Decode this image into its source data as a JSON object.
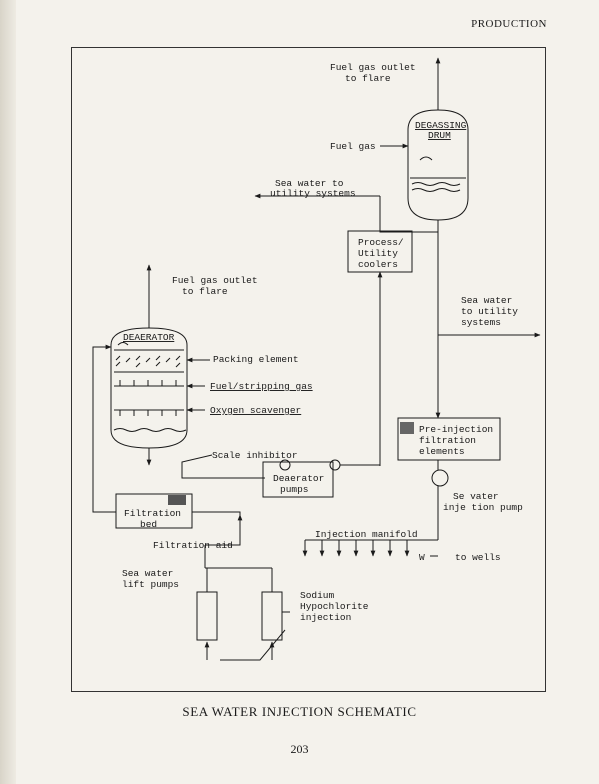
{
  "header": {
    "section": "PRODUCTION"
  },
  "caption": "SEA WATER INJECTION SCHEMATIC",
  "page_number": "203",
  "labels": {
    "fuel_gas_outlet_top_1": "Fuel gas outlet",
    "fuel_gas_outlet_top_2": "to flare",
    "degassing_drum_1": "DEGASSING",
    "degassing_drum_2": "DRUM",
    "fuel_gas": "Fuel gas",
    "sea_water_util_1_a": "Sea water to",
    "sea_water_util_1_b": "utility systems",
    "process_coolers_1": "Process/",
    "process_coolers_2": "Utility",
    "process_coolers_3": "coolers",
    "fuel_gas_outlet_left_1": "Fuel gas outlet",
    "fuel_gas_outlet_left_2": "to flare",
    "sea_water_util_2_a": "Sea water",
    "sea_water_util_2_b": "to utility",
    "sea_water_util_2_c": "systems",
    "deaerator": "DEAERATOR",
    "packing_element": "Packing element",
    "fuel_stripping_gas": "Fuel/stripping gas",
    "oxygen_scavenger": "Oxygen scavenger",
    "pre_injection_1": "Pre-injection",
    "pre_injection_2": "filtration",
    "pre_injection_3": "elements",
    "scale_inhibitor": "Scale inhibitor",
    "deaerator_pumps_1": "Deaerator",
    "deaerator_pumps_2": "pumps",
    "injection_pump_1": "Se  vater",
    "injection_pump_2": "inje tion pump",
    "filtration_bed_1": "Filtration",
    "filtration_bed_2": "bed",
    "filtration_aid": "Filtration aid",
    "injection_manifold": "Injection manifold",
    "w": "W",
    "to_wells": "to wells",
    "lift_pumps_1": "Sea water",
    "lift_pumps_2": "lift pumps",
    "sodium_1": "Sodium",
    "sodium_2": "Hypochlorite",
    "sodium_3": "injection"
  }
}
